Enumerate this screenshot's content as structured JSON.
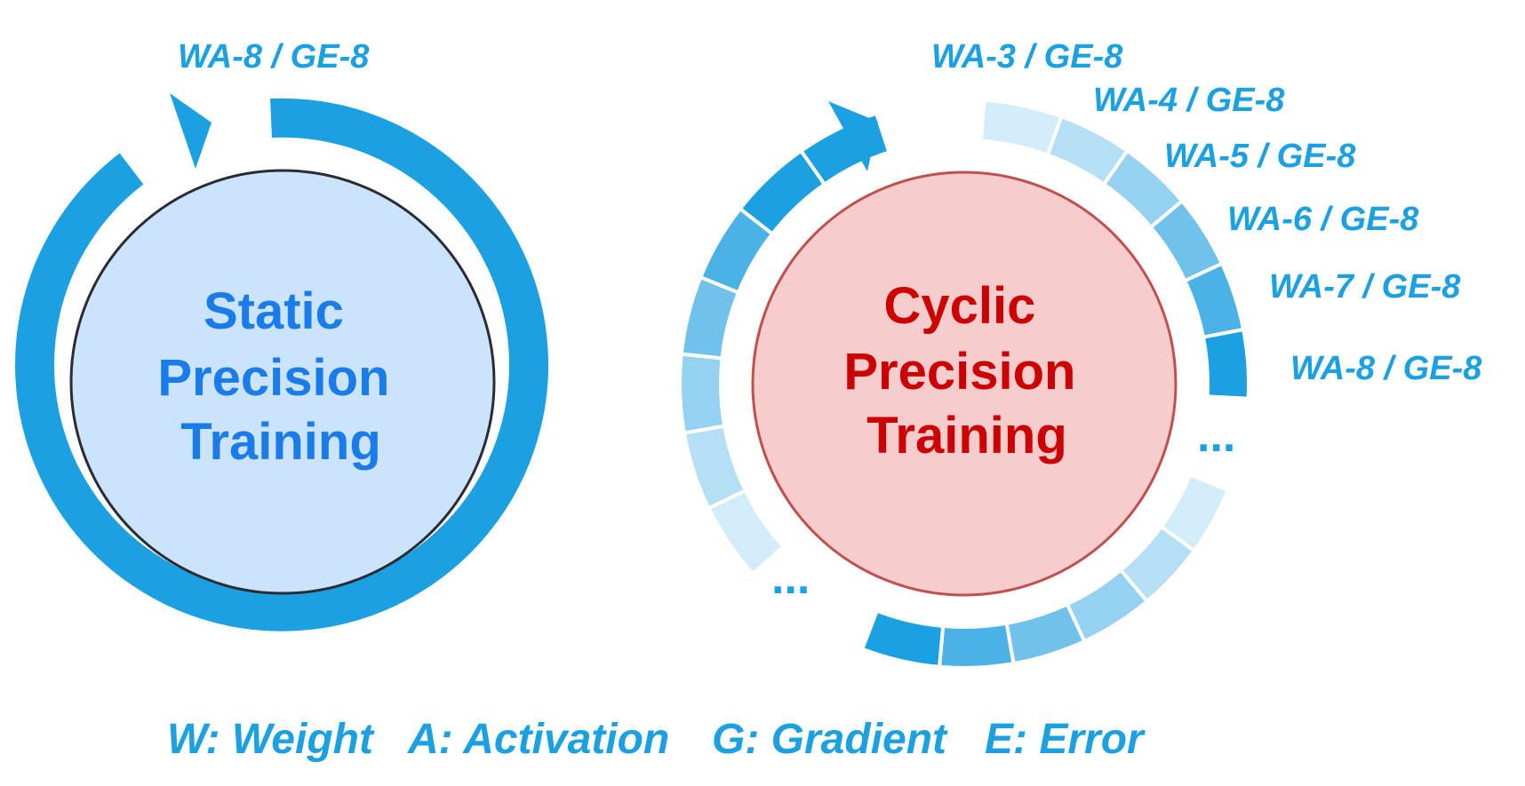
{
  "static_panel": {
    "title_lines": [
      "Static",
      "Precision",
      "Training"
    ],
    "label": "WA-8 / GE-8",
    "title_color": "#1a7bea",
    "fill_color": "#cce4fb",
    "ring_color": "#1ba0e2"
  },
  "cyclic_panel": {
    "title_lines": [
      "Cyclic",
      "Precision",
      "Training"
    ],
    "labels": [
      "WA-3 / GE-8",
      "WA-4 / GE-8",
      "WA-5 / GE-8",
      "WA-6 / GE-8",
      "WA-7 / GE-8",
      "WA-8 / GE-8"
    ],
    "ellipsis": "...",
    "title_color": "#cc0000",
    "fill_color": "#f7cccc",
    "border_color": "#c0504d"
  },
  "legend": [
    "W: Weight",
    "A: Activation",
    "G: Gradient",
    "E: Error"
  ],
  "colors": {
    "accent": "#1ba0e2",
    "shade_1": "#d2ecf9",
    "shade_2": "#b4dff5",
    "shade_3": "#95d2f1",
    "shade_4": "#70c2ec",
    "shade_5": "#4bb2e7",
    "shade_6": "#1ba0e2"
  }
}
